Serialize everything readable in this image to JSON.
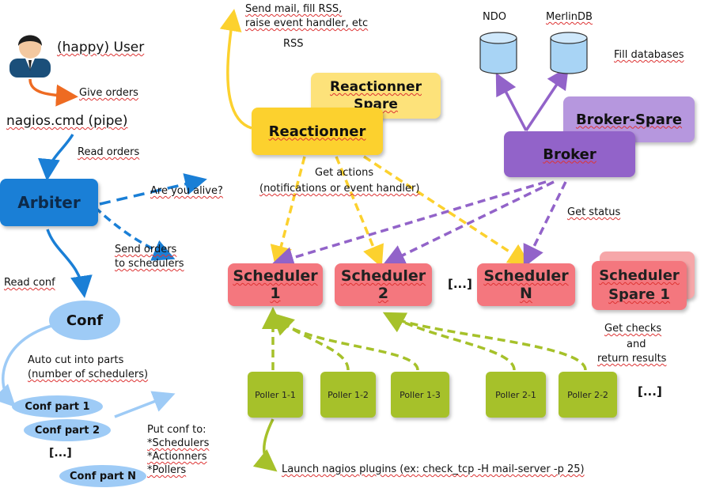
{
  "colors": {
    "arbiter": "#1a7fd6",
    "reactionner": "#fcd12e",
    "reactionner_spare": "#fde27a",
    "broker": "#9263c9",
    "broker_spare": "#b697de",
    "scheduler": "#f4777e",
    "scheduler_spare": "#f6a7a9",
    "poller": "#a6c12a",
    "conf": "#9ecbf6",
    "db": "#a8d4f5",
    "arrow_blue": "#1a7fd6",
    "arrow_orange": "#ee6b22",
    "arrow_yellow": "#fcd12e",
    "arrow_purple": "#9263c9",
    "arrow_green": "#a6c12a"
  },
  "user": {
    "icon": "user-icon",
    "label": "(happy) User"
  },
  "give_orders": "Give orders",
  "pipe": "nagios.cmd (pipe)",
  "read_orders": "Read orders",
  "arbiter": "Arbiter",
  "are_you_alive": "Are you alive?",
  "send_orders": "Send orders",
  "to_schedulers": "to schedulers",
  "read_conf": "Read conf",
  "conf": "Conf",
  "auto_cut_1": "Auto cut into parts",
  "auto_cut_2": "(number of schedulers)",
  "conf_parts": [
    "Conf part 1",
    "Conf part 2",
    "[...]",
    "Conf part N"
  ],
  "put_conf": [
    "Put conf to:",
    "*Schedulers",
    "*Actionners",
    "*Pollers"
  ],
  "send_mail_1": "Send mail, fill RSS,",
  "send_mail_2": "raise event handler, etc",
  "rss": "RSS",
  "reactionner_spare_1": "Reactionner",
  "reactionner_spare_2": "Spare",
  "reactionner": "Reactionner",
  "get_actions_1": "Get actions",
  "get_actions_2": "(notifications or event handler)",
  "ndo": "NDO",
  "merlindb": "MerlinDB",
  "fill_databases": "Fill databases",
  "broker_spare": "Broker-Spare",
  "broker": "Broker",
  "get_status": "Get status",
  "schedulers": [
    "Scheduler 1",
    "Scheduler 2",
    "Scheduler N"
  ],
  "sched_ellipsis": "[...]",
  "scheduler_spare_1": "Scheduler",
  "scheduler_spare_2": "Spare 1",
  "get_checks": [
    "Get checks",
    "and",
    "return results"
  ],
  "pollers": [
    "Poller 1-1",
    "Poller 1-2",
    "Poller 1-3",
    "Poller 2-1",
    "Poller 2-2"
  ],
  "poller_ellipsis": "[...]",
  "launch": "Launch nagios plugins (ex: check_tcp -H mail-server -p 25)"
}
